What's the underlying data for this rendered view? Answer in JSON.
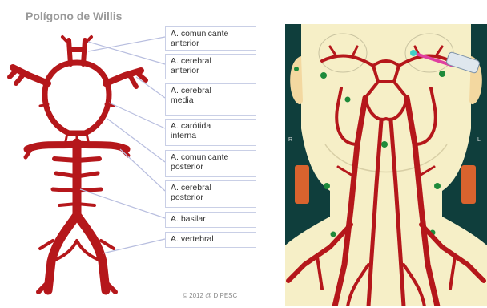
{
  "title": "Polígono de Willis",
  "labels": [
    {
      "line1": "A. comunicante",
      "line2": "anterior"
    },
    {
      "line1": "A. cerebral",
      "line2": "anterior"
    },
    {
      "line1": "A. cerebral",
      "line2": "media"
    },
    {
      "line1": "A. carótida",
      "line2": "interna"
    },
    {
      "line1": "A. comunicante",
      "line2": "posterior"
    },
    {
      "line1": "A. cerebral",
      "line2": "posterior"
    },
    {
      "line1": "A. basilar",
      "line2": ""
    },
    {
      "line1": "A. vertebral",
      "line2": ""
    }
  ],
  "copyright": "© 2012 @ DIPESC",
  "colors": {
    "artery": "#b5171b",
    "skin": "#f6efc7",
    "background": "#0f3e3c",
    "muscle": "#d9632e",
    "node": "#1e8a3a",
    "leader": "#b8bedf"
  }
}
